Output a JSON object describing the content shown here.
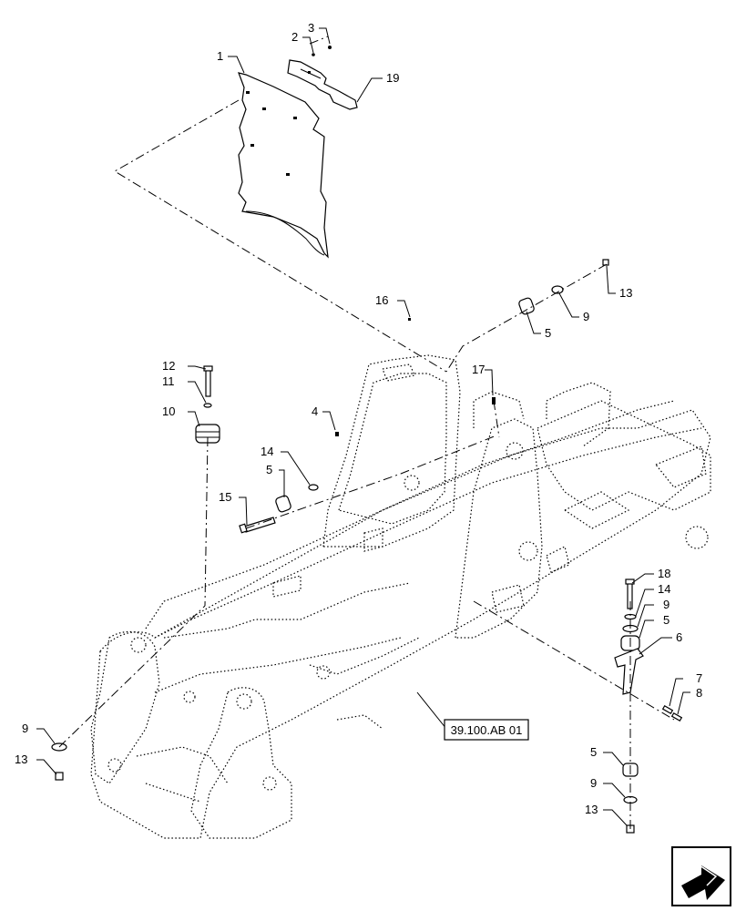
{
  "callouts": [
    {
      "id": "c1",
      "label": "1"
    },
    {
      "id": "c2",
      "label": "2"
    },
    {
      "id": "c3",
      "label": "3"
    },
    {
      "id": "c19",
      "label": "19"
    },
    {
      "id": "c13a",
      "label": "13"
    },
    {
      "id": "c9a",
      "label": "9"
    },
    {
      "id": "c5a",
      "label": "5"
    },
    {
      "id": "c16",
      "label": "16"
    },
    {
      "id": "c17",
      "label": "17"
    },
    {
      "id": "c12",
      "label": "12"
    },
    {
      "id": "c11",
      "label": "11"
    },
    {
      "id": "c10",
      "label": "10"
    },
    {
      "id": "c4",
      "label": "4"
    },
    {
      "id": "c14a",
      "label": "14"
    },
    {
      "id": "c5b",
      "label": "5"
    },
    {
      "id": "c15",
      "label": "15"
    },
    {
      "id": "c18",
      "label": "18"
    },
    {
      "id": "c14b",
      "label": "14"
    },
    {
      "id": "c9b",
      "label": "9"
    },
    {
      "id": "c5c",
      "label": "5"
    },
    {
      "id": "c6",
      "label": "6"
    },
    {
      "id": "c7",
      "label": "7"
    },
    {
      "id": "c8",
      "label": "8"
    },
    {
      "id": "c9c",
      "label": "9"
    },
    {
      "id": "c13b",
      "label": "13"
    },
    {
      "id": "c5d",
      "label": "5"
    },
    {
      "id": "c9d",
      "label": "9"
    },
    {
      "id": "c13c",
      "label": "13"
    }
  ],
  "reference": {
    "label": "39.100.AB 01"
  },
  "icons": {
    "nav": "next-page-arrow-icon"
  }
}
